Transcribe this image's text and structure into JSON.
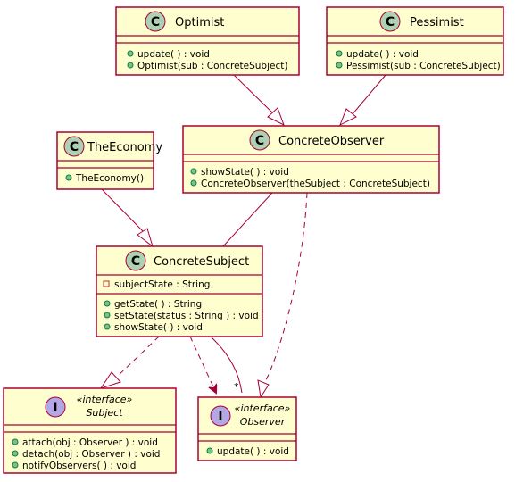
{
  "colors": {
    "box_fill": "#FEFECE",
    "border": "#A80036",
    "class_badge": "#ADD1B2",
    "interface_badge": "#B4A7E5",
    "public_member": "#84BE84",
    "private_member": "#C82930"
  },
  "classes": {
    "optimist": {
      "badge": "C",
      "name": "Optimist",
      "members": [
        {
          "visibility": "public",
          "text": "update( ) : void"
        },
        {
          "visibility": "public",
          "text": "Optimist(sub : ConcreteSubject)"
        }
      ]
    },
    "pessimist": {
      "badge": "C",
      "name": "Pessimist",
      "members": [
        {
          "visibility": "public",
          "text": "update( ) : void"
        },
        {
          "visibility": "public",
          "text": "Pessimist(sub : ConcreteSubject)"
        }
      ]
    },
    "economy": {
      "badge": "C",
      "name": "TheEconomy",
      "members": [
        {
          "visibility": "public",
          "text": "TheEconomy()"
        }
      ]
    },
    "observer_impl": {
      "badge": "C",
      "name": "ConcreteObserver",
      "members": [
        {
          "visibility": "public",
          "text": "showState( ) : void"
        },
        {
          "visibility": "public",
          "text": "ConcreteObserver(theSubject : ConcreteSubject)"
        }
      ]
    },
    "subject_impl": {
      "badge": "C",
      "name": "ConcreteSubject",
      "fields": [
        {
          "visibility": "private",
          "text": "subjectState : String"
        }
      ],
      "members": [
        {
          "visibility": "public",
          "text": "getState( ) : String"
        },
        {
          "visibility": "public",
          "text": "setState(status : String ) : void"
        },
        {
          "visibility": "public",
          "text": "showState( ) : void"
        }
      ]
    },
    "subject": {
      "badge": "I",
      "stereotype": "«interface»",
      "name": "Subject",
      "members": [
        {
          "visibility": "public",
          "text": "attach(obj : Observer ) : void"
        },
        {
          "visibility": "public",
          "text": "detach(obj : Observer ) : void"
        },
        {
          "visibility": "public",
          "text": "notifyObservers( ) : void"
        }
      ]
    },
    "observer": {
      "badge": "I",
      "stereotype": "«interface»",
      "name": "Observer",
      "members": [
        {
          "visibility": "public",
          "text": "update( ) : void"
        }
      ]
    }
  },
  "relations": {
    "multiplicity": "*"
  }
}
